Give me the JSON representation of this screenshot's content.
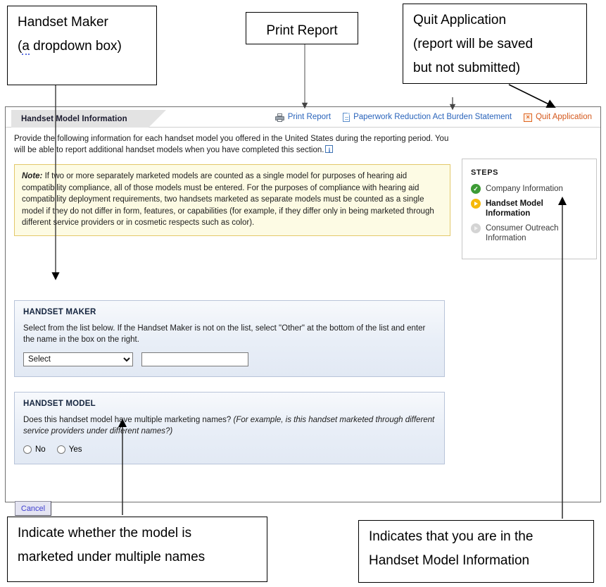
{
  "annotations": [
    {
      "id": "handset-maker",
      "lines": [
        "Handset Maker",
        "(a dropdown box)"
      ]
    },
    {
      "id": "print-report",
      "lines": [
        "Print Report"
      ]
    },
    {
      "id": "quit-app",
      "lines": [
        "Quit Application",
        "(report will be saved",
        "but not submitted)"
      ]
    },
    {
      "id": "multiple-names",
      "lines": [
        "Indicate whether the model is",
        "marketed under multiple names"
      ]
    },
    {
      "id": "steps-here",
      "lines": [
        "Indicates that you are in the",
        "Handset Model Information"
      ]
    }
  ],
  "annotation_text": {
    "handset_maker_l1": "Handset Maker",
    "handset_maker_l2_a": "(",
    "handset_maker_l2_b": "a",
    "handset_maker_l2_c": " dropdown box)",
    "print_report": "Print Report",
    "quit_l1": "Quit Application",
    "quit_l2": "(report will be saved",
    "quit_l3": "but not submitted)",
    "names_l1": "Indicate whether the model is",
    "names_l2": "marketed under multiple names",
    "steps_l1": "Indicates that you are in the",
    "steps_l2": "Handset Model Information"
  },
  "app": {
    "tab_title": "Handset Model Information",
    "toolbar": {
      "print_report": "Print Report",
      "paperwork_statement": "Paperwork Reduction Act Burden Statement",
      "quit_application": "Quit Application",
      "quit_glyph": "×",
      "icons": [
        "printer-icon",
        "document-icon",
        "quit-icon"
      ]
    },
    "intro": "Provide the following information for each handset model you offered in the United States during the reporting period. You will be able to report additional handset models when you have completed this section.",
    "intro_info_icon": "info-icon",
    "note": {
      "label": "Note:",
      "text": " If two or more separately marketed models are counted as a single model for purposes of hearing aid compatibility compliance, all of those models must be entered.  For the purposes of compliance with hearing aid compatibility deployment requirements, two handsets marketed as separate models must be counted as a single model if they do not differ in form, features, or capabilities (for example, if they differ only in being marketed through different service providers or in cosmetic respects such as color)."
    },
    "handset_maker": {
      "title": "HANDSET MAKER",
      "description": "Select from the list below. If the Handset Maker is not on the list, select \"Other\" at the bottom of the list and enter the name in the box on the right.",
      "select_value": "Select",
      "select_options": [
        "Select"
      ],
      "other_name_value": "",
      "other_name_placeholder": ""
    },
    "handset_model": {
      "title": "HANDSET MODEL",
      "question": "Does this handset model have multiple marketing names? ",
      "question_italic": "(For example, is this handset marketed through different service providers under different names?)",
      "options": [
        "No",
        "Yes"
      ],
      "selected": ""
    },
    "cancel_button": "Cancel",
    "steps": {
      "heading": "STEPS",
      "items": [
        {
          "label": "Company Information",
          "state": "done"
        },
        {
          "label": "Handset Model Information",
          "state": "active"
        },
        {
          "label": "Consumer Outreach Information",
          "state": "todo"
        }
      ]
    }
  },
  "colors": {
    "link": "#2a64bb",
    "quit": "#d4581c",
    "note_bg": "#fdfbe4",
    "note_border": "#e3c86a",
    "section_bg": "#e8eef7",
    "section_border": "#b8c4d9",
    "step_done": "#3d9b35",
    "step_active": "#f6b90a",
    "step_todo": "#d4d4d4",
    "cancel_text": "#4040d0"
  }
}
